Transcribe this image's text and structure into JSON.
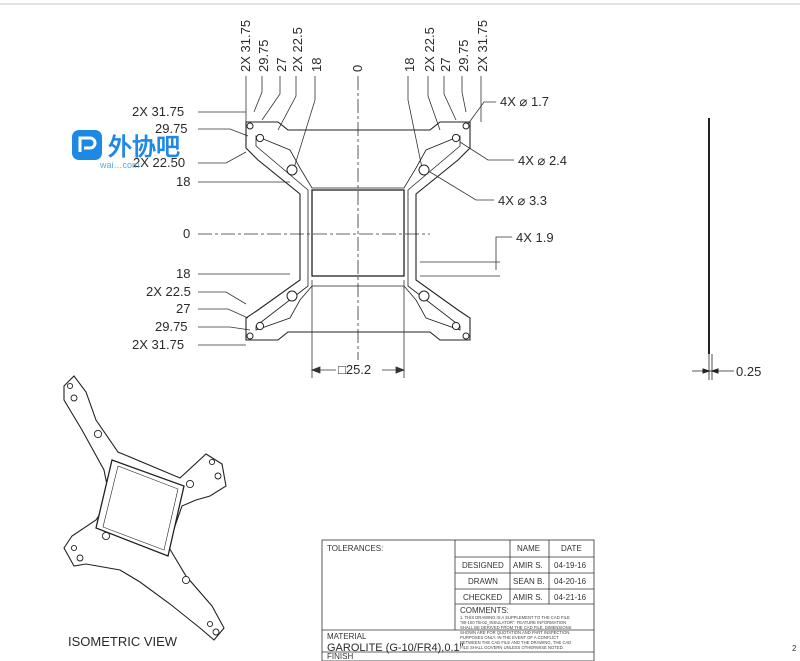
{
  "top_dims": {
    "left": [
      "2X 31.75",
      "29.75",
      "27",
      "2X 22.5",
      "18"
    ],
    "center": "0",
    "right": [
      "18",
      "2X 22.5",
      "27",
      "29.75",
      "2X 31.75"
    ]
  },
  "left_dims": {
    "upper": [
      "2X 31.75",
      "29.75",
      "2X 22.50",
      "18"
    ],
    "center": "0",
    "lower": [
      "18",
      "2X 22.5",
      "27",
      "29.75",
      "2X 31.75"
    ]
  },
  "callouts": {
    "hole_small": "4X ⌀ 1.7",
    "hole_mid": "4X ⌀ 2.4",
    "hole_large": "4X ⌀ 3.3",
    "thickness": "4X 1.9",
    "square": "□25.2",
    "side_thickness": "0.25"
  },
  "isometric_label": "ISOMETRIC VIEW",
  "logo": {
    "name": "外协吧",
    "url": "wai…com"
  },
  "title_block": {
    "tolerances_label": "TOLERANCES:",
    "header_name": "NAME",
    "header_date": "DATE",
    "rows": [
      {
        "label": "DESIGNED",
        "name": "AMIR S.",
        "date": "04-19-16"
      },
      {
        "label": "DRAWN",
        "name": "SEAN B.",
        "date": "04-20-16"
      },
      {
        "label": "CHECKED",
        "name": "AMIR S.",
        "date": "04-21-16"
      }
    ],
    "comments_label": "COMMENTS:",
    "comments_lines": [
      "1. THIS DRAWING IS A SUPPLEMENT TO THE CAD FILE",
      "\"80-100 TB-02_INSULATOR\". FEATURE INFORMATION",
      "SHALL BE DERIVED FROM THE CAD FILE. DIMENSIONS",
      "SHOWN ARE FOR QUOTATION AND PART INSPECTION",
      "PURPOSES ONLY. IN THE EVENT OF A CONFLICT",
      "BETWEEN THE CAD FILE AND THE DRAWING, THE CAD",
      "FILE SHALL GOVERN UNLESS OTHERWISE NOTED."
    ],
    "material_label": "MATERIAL",
    "material_value": "GAROLITE (G-10/FR4),0.1\"",
    "finish_label": "FINISH"
  },
  "page_mark": "2"
}
